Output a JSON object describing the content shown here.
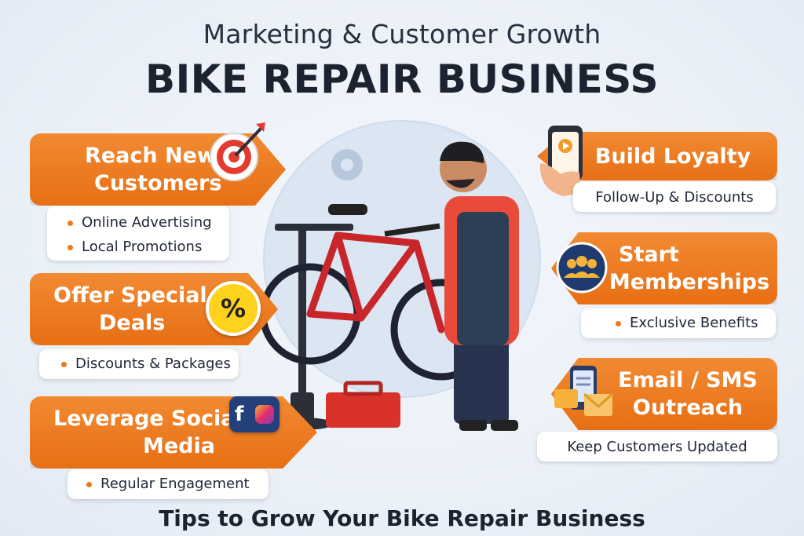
{
  "header": {
    "subtitle": "Marketing & Customer Growth",
    "title": "BIKE REPAIR BUSINESS"
  },
  "left_sections": [
    {
      "title_lines": [
        "Reach New",
        "Customers"
      ],
      "icon": "target-icon",
      "items": [
        "Online Advertising",
        "Local Promotions"
      ]
    },
    {
      "title_lines": [
        "Offer Special",
        "Deals"
      ],
      "icon": "percent-badge-icon",
      "items": [
        "Discounts & Packages"
      ]
    },
    {
      "title_lines": [
        "Leverage Social",
        "Media"
      ],
      "icon": "social-media-icon",
      "items": [
        "Regular Engagement"
      ]
    }
  ],
  "right_sections": [
    {
      "title_lines": [
        "Build Loyalty"
      ],
      "icon": "phone-in-hand-icon",
      "items": [
        "Follow-Up & Discounts"
      ]
    },
    {
      "title_lines": [
        "Start",
        "Memberships"
      ],
      "icon": "group-icon",
      "items": [
        "Exclusive Benefits"
      ]
    },
    {
      "title_lines": [
        "Email / SMS",
        "Outreach"
      ],
      "icon": "email-sms-icon",
      "items": [
        "Keep Customers Updated"
      ]
    }
  ],
  "footer": {
    "text": "Tips to Grow Your Bike Repair Business"
  },
  "icons": {
    "percent_symbol": "%",
    "social_f": "f"
  },
  "colors": {
    "accent": "#ec7a1e",
    "title": "#1c2230",
    "bike_frame": "#c8262b"
  }
}
